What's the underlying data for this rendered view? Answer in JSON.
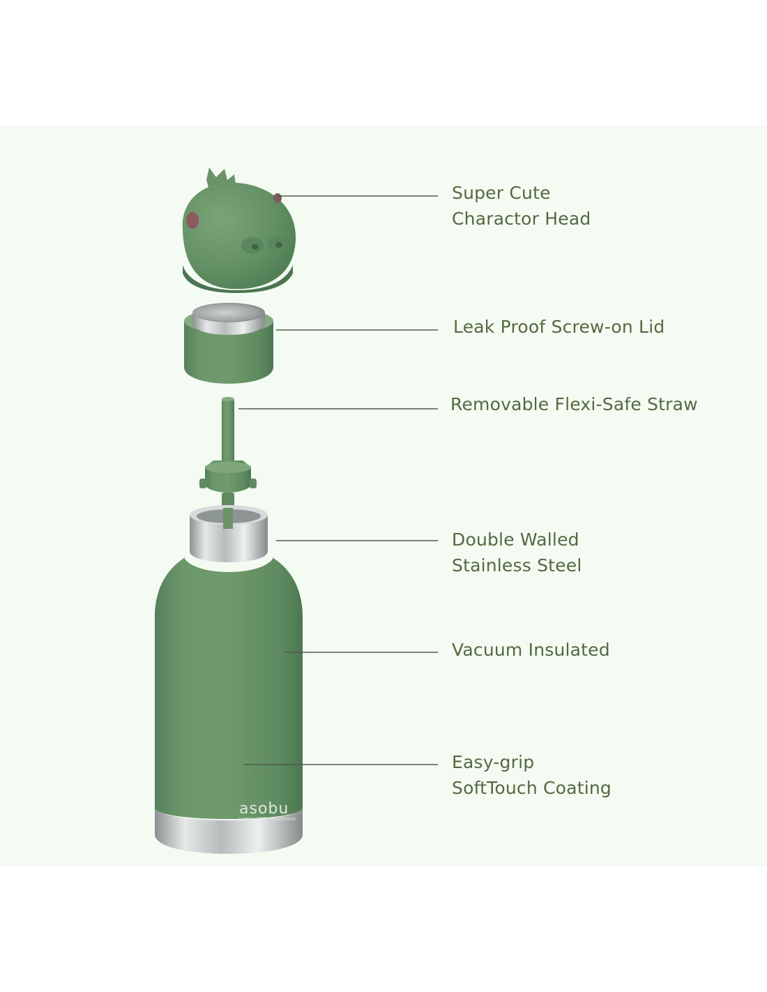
{
  "features": [
    {
      "lines": [
        "Super Cute",
        "Charactor Head"
      ]
    },
    {
      "lines": [
        "Leak Proof Screw-on Lid"
      ]
    },
    {
      "lines": [
        "Removable Flexi-Safe Straw"
      ]
    },
    {
      "lines": [
        "Double Walled",
        "Stainless Steel"
      ]
    },
    {
      "lines": [
        "Vacuum Insulated"
      ]
    },
    {
      "lines": [
        "Easy-grip",
        "SoftTouch Coating"
      ]
    }
  ],
  "bottle_branding": {
    "brand": "asobu",
    "tagline": "V-INSULATED · 18oz/600ml"
  },
  "colors": {
    "panel_background": "#f4fbf3",
    "bottle_green": "#6a9467",
    "label_text": "#55683f",
    "leader_line": "#4c5a48",
    "steel": "#c8cbcb",
    "cheek": "#8a5a5e"
  },
  "icons": {
    "product": "water-bottle-exploded-view"
  }
}
